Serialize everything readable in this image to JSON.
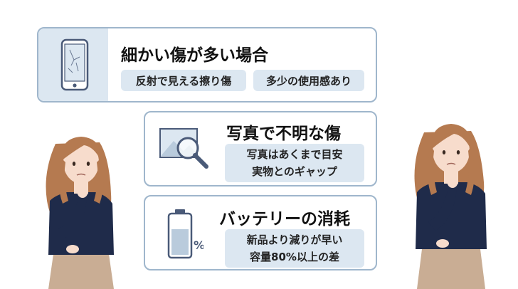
{
  "cards": [
    {
      "title": "細かい傷が多い場合",
      "icon": "cracked-phone-icon",
      "chips": [
        "反射で見える擦り傷",
        "多少の使用感あり"
      ]
    },
    {
      "title": "写真で不明な傷",
      "icon": "magnifier-photo-icon",
      "chips": [
        "写真はあくまで目安",
        "実物とのギャップ"
      ]
    },
    {
      "title": "バッテリーの消耗",
      "icon": "battery-percent-icon",
      "chips": [
        "新品より減りが早い",
        "容量80%以上の差"
      ]
    }
  ],
  "colors": {
    "border": "#9fb6cc",
    "chip": "#dce7f1",
    "sweater": "#1f2b4a",
    "skirt": "#c9ad94",
    "hair": "#b57a50",
    "skin": "#f7dccc"
  }
}
